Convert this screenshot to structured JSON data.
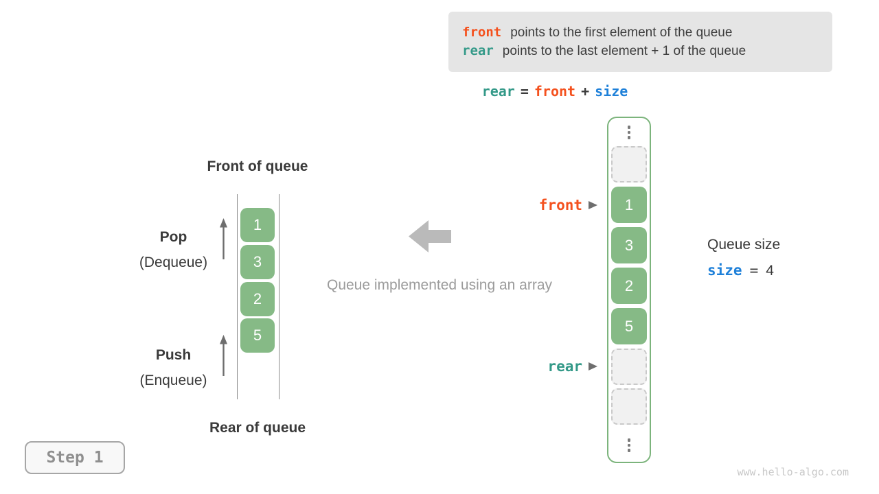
{
  "colors": {
    "accent_orange": "#f4511e",
    "accent_teal": "#339988",
    "accent_blue": "#1e80d9",
    "cell_green": "#86ba86",
    "frame_green": "#7cb47c",
    "text_dark": "#3c3c3c",
    "caption_gray": "#9b9b9b",
    "info_box_bg": "#e5e5e5"
  },
  "info_box": {
    "lines": [
      {
        "token": "front",
        "text": "points to the first element of the queue"
      },
      {
        "token": "rear",
        "text": "points to the last element + 1 of the queue"
      }
    ]
  },
  "formula": {
    "parts": [
      {
        "text": "rear"
      },
      {
        "text": "="
      },
      {
        "text": "front"
      },
      {
        "text": "+"
      },
      {
        "text": "size"
      }
    ]
  },
  "left_diagram": {
    "front_label": "Front of queue",
    "rear_label": "Rear of queue",
    "pop_label": "Pop",
    "pop_sublabel": "(Dequeue)",
    "push_label": "Push",
    "push_sublabel": "(Enqueue)",
    "cells": [
      "1",
      "3",
      "2",
      "5"
    ]
  },
  "middle": {
    "caption": "Queue implemented using an array"
  },
  "right_array": {
    "front_pointer": "front",
    "rear_pointer": "rear",
    "values": [
      "1",
      "3",
      "2",
      "5"
    ]
  },
  "queue_size": {
    "title": "Queue size",
    "variable": "size",
    "operator": "=",
    "value": "4"
  },
  "step_badge": {
    "label": "Step 1"
  },
  "watermark": "www.hello-algo.com"
}
